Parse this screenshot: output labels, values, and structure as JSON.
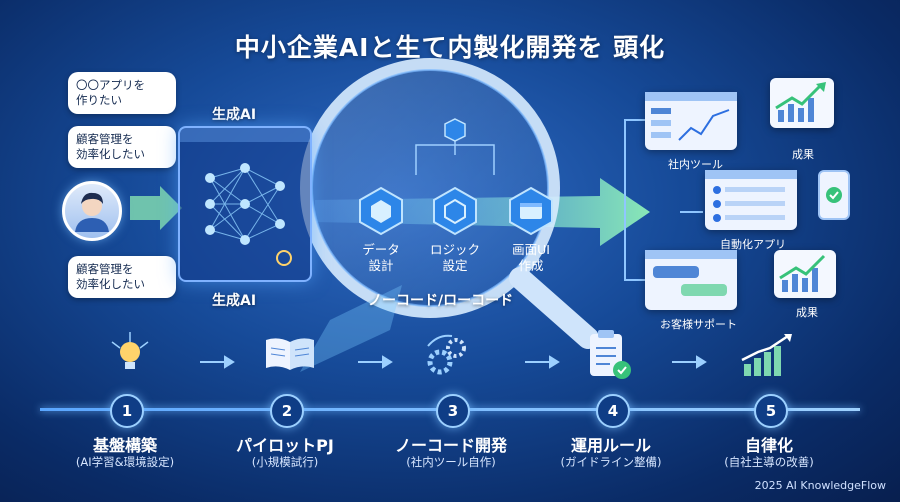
{
  "title": "中小企業AIと生て内製化開発を 頭化",
  "bubbles": [
    "〇〇アプリを\n作りたい",
    "顧客管理を\n効率化したい",
    "顧客管理を\n効率化したい"
  ],
  "ai_label_top": "生成AI",
  "ai_label_bottom": "生成AI",
  "hex_steps": [
    {
      "label": "データ\n設計"
    },
    {
      "label": "ロジック\n設定"
    },
    {
      "label": "画面UI\n作成"
    }
  ],
  "nocode_label": "ノーコード/ローコード",
  "outputs": {
    "internal_tool": "社内ツール",
    "automation_app": "自動化アプリ",
    "customer_support": "お客様サポート",
    "result_top": "成果",
    "result_bottom": "成果"
  },
  "timeline": [
    {
      "num": "1",
      "title": "基盤構築",
      "sub": "(AI学習&環境設定)"
    },
    {
      "num": "2",
      "title": "パイロットPJ",
      "sub": "(小規模試行)"
    },
    {
      "num": "3",
      "title": "ノーコード開発",
      "sub": "(社内ツール自作)"
    },
    {
      "num": "4",
      "title": "運用ルール",
      "sub": "(ガイドライン整備)"
    },
    {
      "num": "5",
      "title": "自律化",
      "sub": "(自社主導の改善)"
    }
  ],
  "credit": "2025 AI KnowledgeFlow",
  "colors": {
    "accent": "#5aa6ff",
    "arrow": "#8ff0b8",
    "panel_border": "#7fb2ff"
  }
}
